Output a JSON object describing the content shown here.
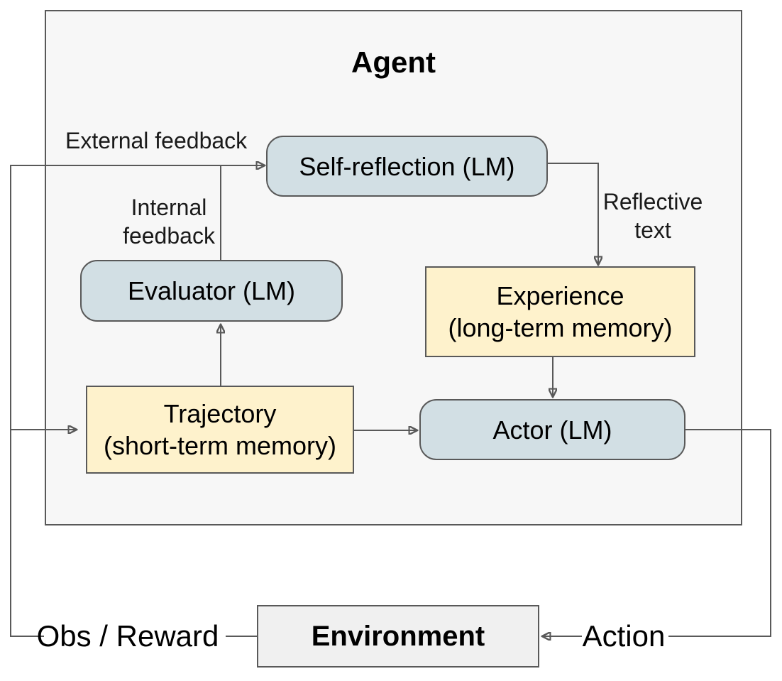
{
  "diagram": {
    "title": "Agent",
    "nodes": {
      "self_reflection": {
        "label": "Self-reflection (LM)"
      },
      "evaluator": {
        "label": "Evaluator (LM)"
      },
      "experience": {
        "label": "Experience",
        "sublabel": "(long-term memory)"
      },
      "trajectory": {
        "label": "Trajectory",
        "sublabel": "(short-term memory)"
      },
      "actor": {
        "label": "Actor (LM)"
      },
      "environment": {
        "label": "Environment"
      }
    },
    "edge_labels": {
      "external_feedback": "External feedback",
      "internal_feedback": "Internal feedback",
      "reflective_text": "Reflective text",
      "obs_reward": "Obs / Reward",
      "action": "Action"
    },
    "colors": {
      "line_color": "#595959",
      "box_border": "#595959",
      "lm_fill": "#d2dfe4",
      "memory_fill": "#fef2cc",
      "env_fill": "#f0f0f0",
      "agent_fill": "#f7f7f7",
      "text_color": "#000000"
    }
  }
}
